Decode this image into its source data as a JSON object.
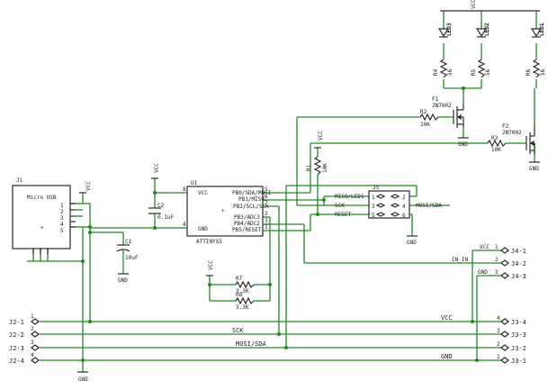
{
  "power": {
    "vcc": "VCC",
    "gnd": "GND"
  },
  "usb": {
    "ref": "J1",
    "label": "Micro USB",
    "pins": [
      "1",
      "2",
      "3",
      "4",
      "5"
    ]
  },
  "c1": {
    "ref": "C1",
    "value": "10uF"
  },
  "c2": {
    "ref": "C2",
    "value": "0.1uF"
  },
  "u1": {
    "ref": "U1",
    "value": "ATTINYX5",
    "pin_vcc": "VCC",
    "pin_gnd": "GND",
    "plus": "+",
    "pins_right": [
      "PB0/SDA/MOSI",
      "PB1/MISO",
      "PB2/SCL/SCK",
      "PB3/ADC3",
      "PB4/ADC2",
      "PB5/RESET"
    ],
    "pin_nums_left": [
      "8",
      "4"
    ],
    "pin_nums_right": [
      "5",
      "6",
      "7",
      "2",
      "3",
      "1"
    ]
  },
  "j5": {
    "ref": "J5",
    "nets_left": [
      "MISO/LED1",
      "SCK",
      "RESET"
    ],
    "net_right": "MOSI/SDA",
    "pins": [
      "1",
      "2",
      "3",
      "4",
      "5",
      "6"
    ]
  },
  "r1": {
    "ref": "R1",
    "value": "10K"
  },
  "r2": {
    "ref": "R2",
    "value": "10K"
  },
  "r3": {
    "ref": "R3",
    "value": "10K"
  },
  "r4": {
    "ref": "R4",
    "value": "56"
  },
  "r5": {
    "ref": "R5",
    "value": "56"
  },
  "r6": {
    "ref": "R6",
    "value": "56"
  },
  "r7": {
    "ref": "R7",
    "value": "3.3K"
  },
  "r8": {
    "ref": "R8",
    "value": "3.3K"
  },
  "f1": {
    "ref": "F1",
    "value": "2N7002"
  },
  "f2": {
    "ref": "F2",
    "value": "2N7002"
  },
  "leds": [
    "LED3",
    "LED2",
    "LED1"
  ],
  "j4": {
    "pins": [
      "J4-1",
      "J4-2",
      "J4-3"
    ],
    "nums": [
      "1",
      "2",
      "3"
    ],
    "nets": [
      "VCC",
      "IN_IN",
      "GND"
    ]
  },
  "j2": {
    "pins": [
      "J2-1",
      "J2-2",
      "J2-3",
      "J2-4"
    ],
    "nums": [
      "1",
      "2",
      "3",
      "4"
    ]
  },
  "j3": {
    "pins": [
      "J3-4",
      "J3-3",
      "J3-2",
      "J3-1"
    ],
    "nums": [
      "4",
      "3",
      "2",
      "1"
    ]
  },
  "bus": [
    "VCC",
    "SCK",
    "MOSI/SDA",
    "GND"
  ]
}
